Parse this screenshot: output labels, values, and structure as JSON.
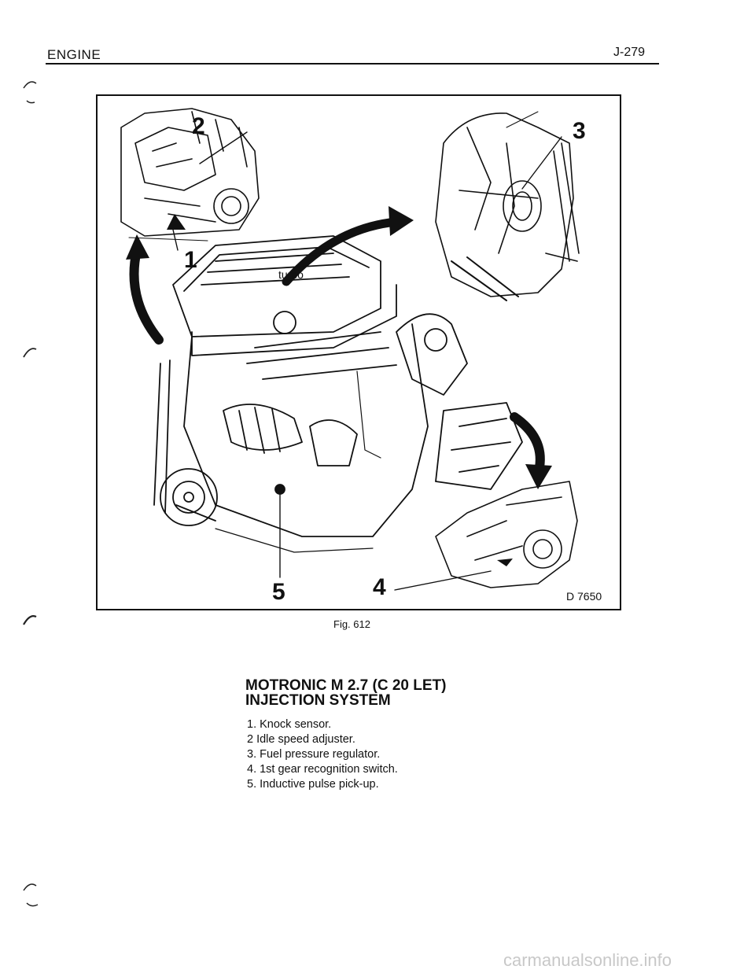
{
  "header": {
    "section": "ENGINE",
    "page_number": "J-279"
  },
  "figure": {
    "callouts": {
      "c1": "1",
      "c2": "2",
      "c3": "3",
      "c4": "4",
      "c5": "5"
    },
    "drawing_id": "D 7650",
    "caption": "Fig. 612",
    "engine_label": "turbo"
  },
  "title": {
    "line1": "MOTRONIC M 2.7 (C 20 LET)",
    "line2": "INJECTION SYSTEM"
  },
  "legend": [
    {
      "text": "1. Knock sensor."
    },
    {
      "text": "2 Idle speed adjuster."
    },
    {
      "text": "3. Fuel pressure regulator."
    },
    {
      "text": "4. 1st gear recognition switch."
    },
    {
      "text": "5. Inductive pulse pick-up."
    }
  ],
  "watermark": "carmanualsonline.info"
}
